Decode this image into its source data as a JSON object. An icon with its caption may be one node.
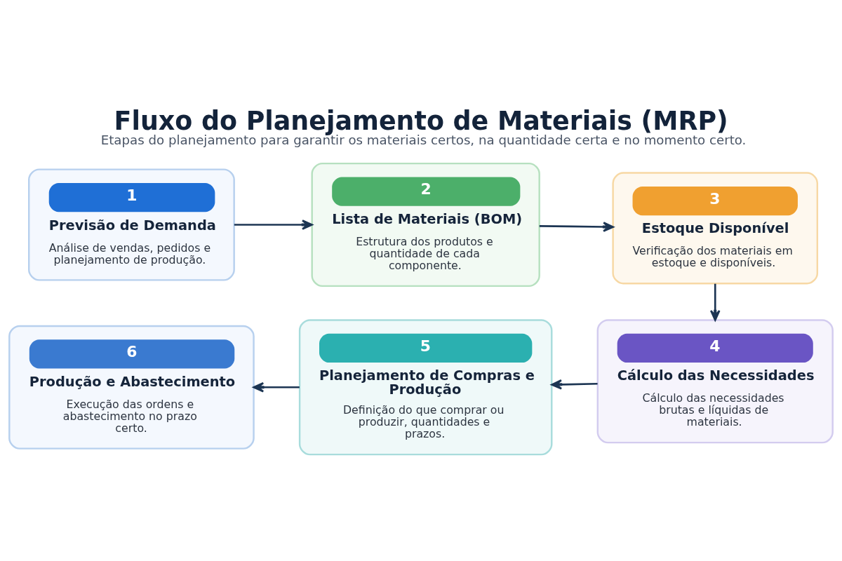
{
  "diagram": {
    "title": "Fluxo do Planejamento de Materiais (MRP)",
    "caption": "Etapas do planejamento para garantir os materiais certos, na quantidade certa e no momento certo.",
    "nodes": [
      {
        "text": [
          "1",
          "Previsão de Demanda",
          "Análise de vendas, pedidos e planejamento de produção."
        ]
      },
      {
        "text": [
          "2",
          "Lista de Materiais (BOM)",
          "Estrutura dos produtos e quantidade de cada componente."
        ]
      },
      {
        "text": [
          "3",
          "Estoque Disponível",
          "Verificação dos materiais em estoque e disponíveis."
        ]
      },
      {
        "text": [
          "4",
          "Cálculo das Necessidades",
          "Cálculo das necessidades brutas e líquidas de materiais."
        ]
      },
      {
        "text": [
          "5",
          "Planejamento de Compras e Produção",
          "Definição do que comprar ou produzir, quantidades e prazos."
        ]
      },
      {
        "text": [
          "6",
          "Produção e Abastecimento",
          "Execução das ordens e abastecimento no prazo certo."
        ]
      }
    ],
    "edges": [
      {
        "from": 0,
        "to": 1,
        "arrow": "to"
      },
      {
        "from": 1,
        "to": 2,
        "arrow": "to"
      },
      {
        "from": 2,
        "to": 3,
        "arrow": "to"
      },
      {
        "from": 3,
        "to": 4,
        "arrow": "to"
      },
      {
        "from": 4,
        "to": 5,
        "arrow": "to"
      }
    ]
  }
}
